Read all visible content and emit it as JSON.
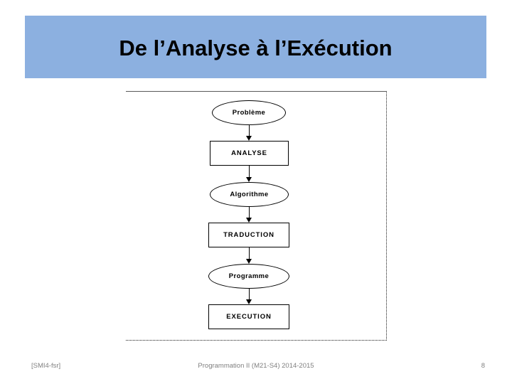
{
  "slide": {
    "title": "De l’Analyse à l’Exécution",
    "band_color": "#8CB0E0",
    "background_color": "#FFFFFF"
  },
  "diagram": {
    "type": "flowchart",
    "orientation": "vertical",
    "nodes": [
      {
        "id": "probleme",
        "label": "Problème",
        "shape": "ellipse"
      },
      {
        "id": "analyse",
        "label": "ANALYSE",
        "shape": "rectangle"
      },
      {
        "id": "algorithme",
        "label": "Algorithme",
        "shape": "ellipse"
      },
      {
        "id": "traduction",
        "label": "TRADUCTION",
        "shape": "rectangle"
      },
      {
        "id": "programme",
        "label": "Programme",
        "shape": "ellipse"
      },
      {
        "id": "execution",
        "label": "EXECUTION",
        "shape": "rectangle"
      }
    ],
    "edges": [
      {
        "from": "probleme",
        "to": "analyse"
      },
      {
        "from": "analyse",
        "to": "algorithme"
      },
      {
        "from": "algorithme",
        "to": "traduction"
      },
      {
        "from": "traduction",
        "to": "programme"
      },
      {
        "from": "programme",
        "to": "execution"
      }
    ],
    "line_color": "#000000",
    "frame_border_style": "top solid, right dotted, bottom dotted"
  },
  "footer": {
    "left": "[SMI4-fsr]",
    "center": "Programmation II (M21-S4)  2014-2015",
    "page_number": "8",
    "text_color": "#808080"
  }
}
